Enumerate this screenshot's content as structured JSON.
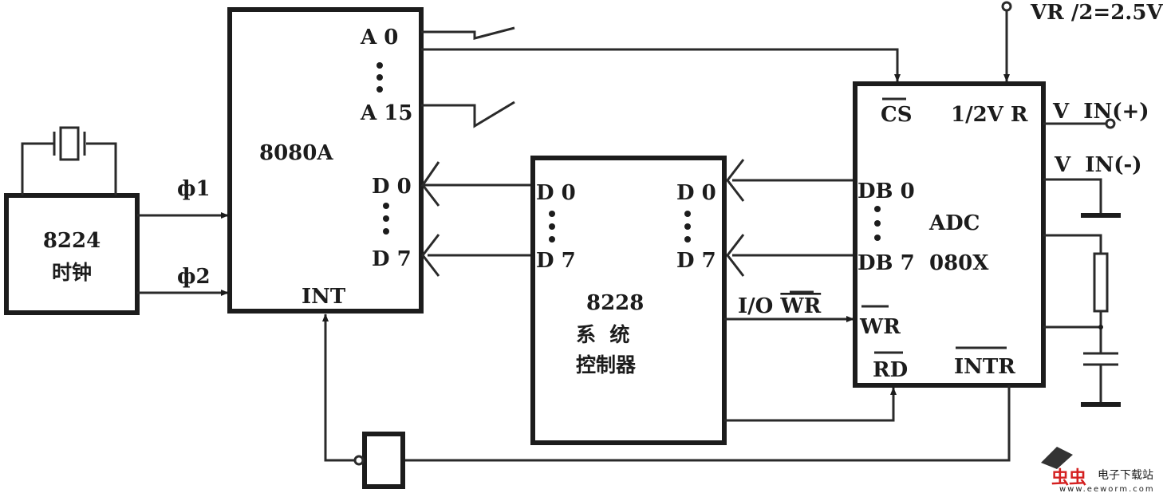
{
  "clock": {
    "chip": "8224",
    "name": "时钟",
    "phi1": "ф1",
    "phi2": "ф2"
  },
  "cpu": {
    "name": "8080A",
    "a0": "A 0",
    "a15": "A 15",
    "d0": "D 0",
    "d7": "D 7",
    "int": "INT"
  },
  "controller": {
    "chip": "8228",
    "name_line1": "系  统",
    "name_line2": "控制器",
    "d0_left": "D 0",
    "d7_left": "D 7",
    "d0_right": "D 0",
    "d7_right": "D 7",
    "io_wr": "I/O",
    "wr": "WR"
  },
  "adc": {
    "name_line1": "ADC",
    "name_line2": "080X",
    "cs": "CS",
    "vref_half": "1/2V R",
    "db0": "DB 0",
    "db7": "DB 7",
    "wr": "WR",
    "rd": "RD",
    "intr": "INTR",
    "vin_plus": "V  IN(+)",
    "vin_minus": "V  IN(-)",
    "vref_label": "VR /2=2.5V"
  },
  "watermark": {
    "brand": "虫虫",
    "site_name": "电子下载站",
    "url": "www.eeworm.com"
  }
}
